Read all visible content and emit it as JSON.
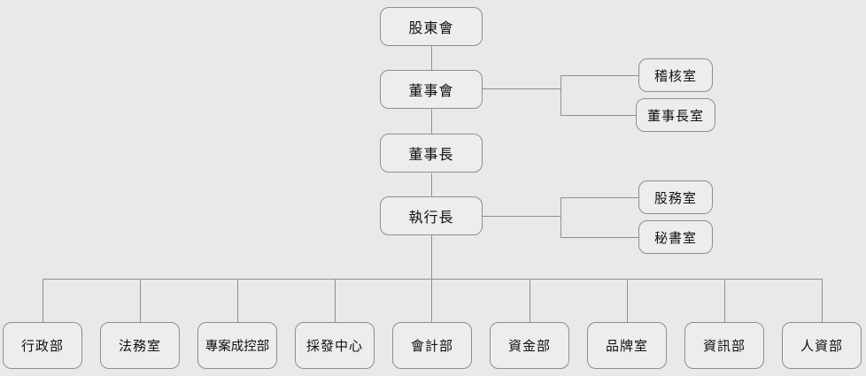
{
  "chart_type": "org-chart",
  "nodes": {
    "shareholders": "股東會",
    "board": "董事會",
    "audit_office": "稽核室",
    "chairman_office": "董事長室",
    "chairman": "董事長",
    "ceo": "執行長",
    "stock_office": "股務室",
    "secretary_office": "秘書室",
    "admin_dept": "行政部",
    "legal_office": "法務室",
    "project_control_dept": "專案成控部",
    "procurement_center": "採發中心",
    "accounting_dept": "會計部",
    "treasury_dept": "資金部",
    "brand_office": "品牌室",
    "it_dept": "資訊部",
    "hr_dept": "人資部"
  },
  "structure": {
    "vertical_chain": [
      "股東會",
      "董事會",
      "董事長",
      "執行長"
    ],
    "board_staff_offices": [
      "稽核室",
      "董事長室"
    ],
    "ceo_staff_offices": [
      "股務室",
      "秘書室"
    ],
    "ceo_departments": [
      "行政部",
      "法務室",
      "專案成控部",
      "採發中心",
      "會計部",
      "資金部",
      "品牌室",
      "資訊部",
      "人資部"
    ]
  },
  "colors": {
    "background": "#e9e9e9",
    "node_fill": "#ededed",
    "node_border": "#8f8f8f",
    "connector": "#8f8f8f",
    "text": "#111111"
  }
}
